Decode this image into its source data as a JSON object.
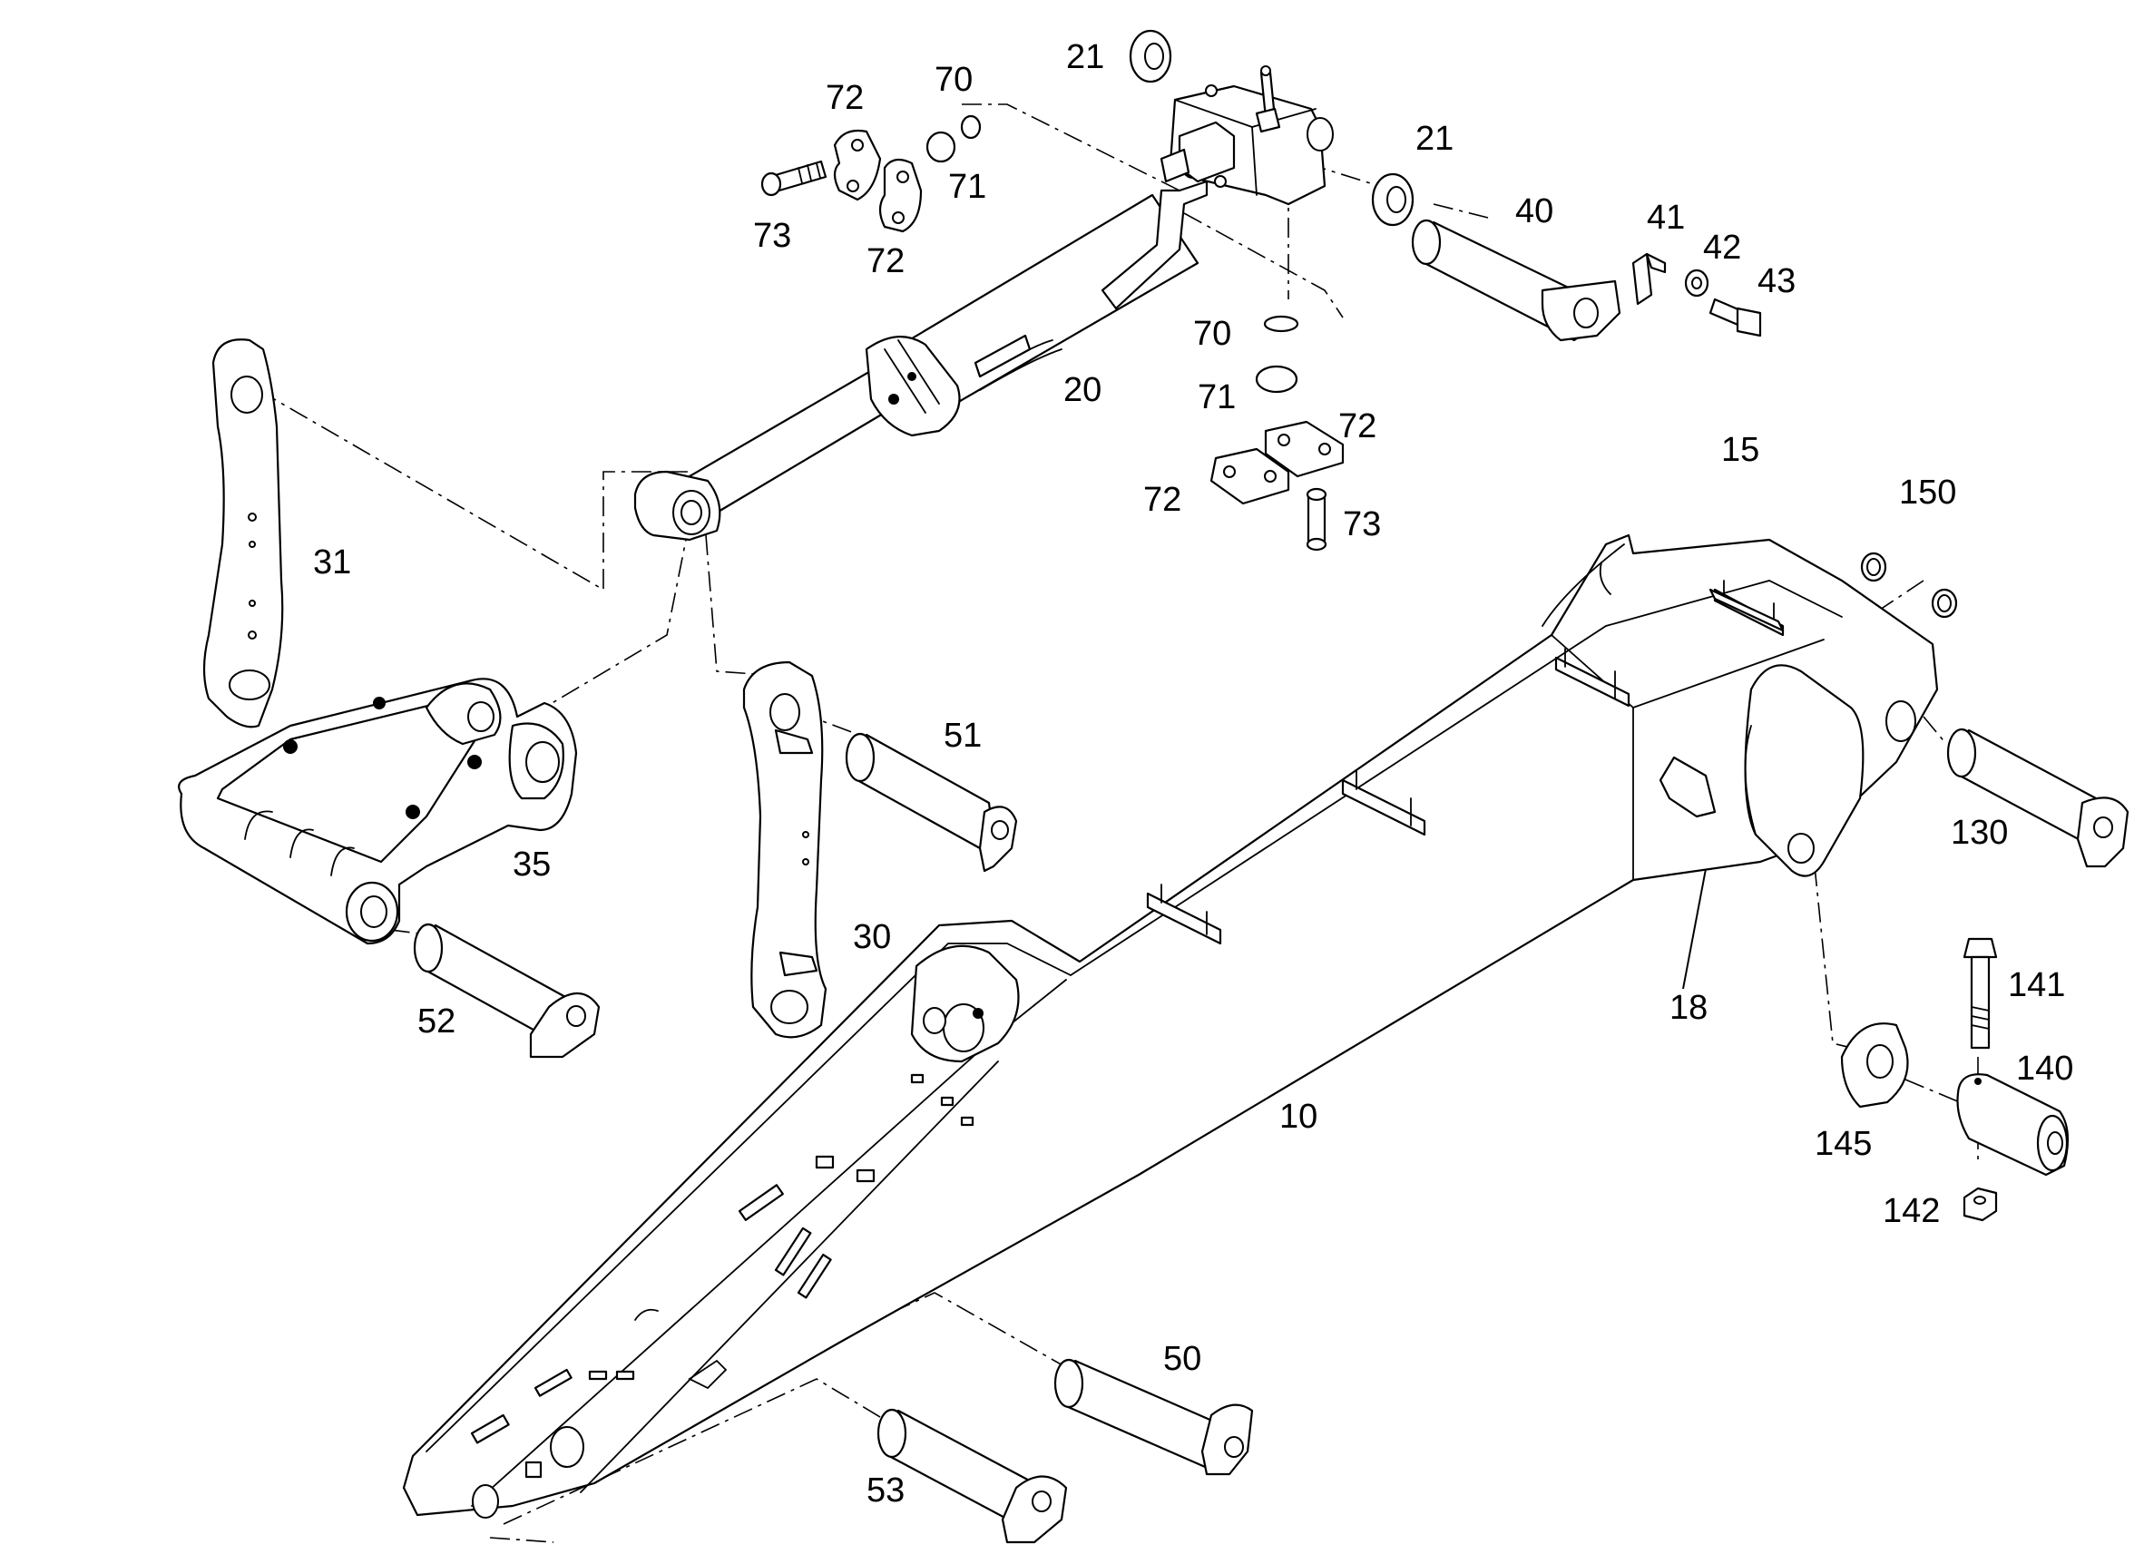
{
  "diagram": {
    "callouts": [
      {
        "id": "c21a",
        "label": "21"
      },
      {
        "id": "c70a",
        "label": "70"
      },
      {
        "id": "c72a",
        "label": "72"
      },
      {
        "id": "c71a",
        "label": "71"
      },
      {
        "id": "c73a",
        "label": "73"
      },
      {
        "id": "c72b",
        "label": "72"
      },
      {
        "id": "c21b",
        "label": "21"
      },
      {
        "id": "c40",
        "label": "40"
      },
      {
        "id": "c41",
        "label": "41"
      },
      {
        "id": "c42",
        "label": "42"
      },
      {
        "id": "c43",
        "label": "43"
      },
      {
        "id": "c70b",
        "label": "70"
      },
      {
        "id": "c20",
        "label": "20"
      },
      {
        "id": "c71b",
        "label": "71"
      },
      {
        "id": "c72c",
        "label": "72"
      },
      {
        "id": "c72d",
        "label": "72"
      },
      {
        "id": "c73b",
        "label": "73"
      },
      {
        "id": "c15",
        "label": "15"
      },
      {
        "id": "c150",
        "label": "150"
      },
      {
        "id": "c31",
        "label": "31"
      },
      {
        "id": "c51",
        "label": "51"
      },
      {
        "id": "c35",
        "label": "35"
      },
      {
        "id": "c30",
        "label": "30"
      },
      {
        "id": "c130",
        "label": "130"
      },
      {
        "id": "c52",
        "label": "52"
      },
      {
        "id": "c18",
        "label": "18"
      },
      {
        "id": "c141",
        "label": "141"
      },
      {
        "id": "c140",
        "label": "140"
      },
      {
        "id": "c10",
        "label": "10"
      },
      {
        "id": "c145",
        "label": "145"
      },
      {
        "id": "c142",
        "label": "142"
      },
      {
        "id": "c50",
        "label": "50"
      },
      {
        "id": "c53",
        "label": "53"
      }
    ]
  }
}
